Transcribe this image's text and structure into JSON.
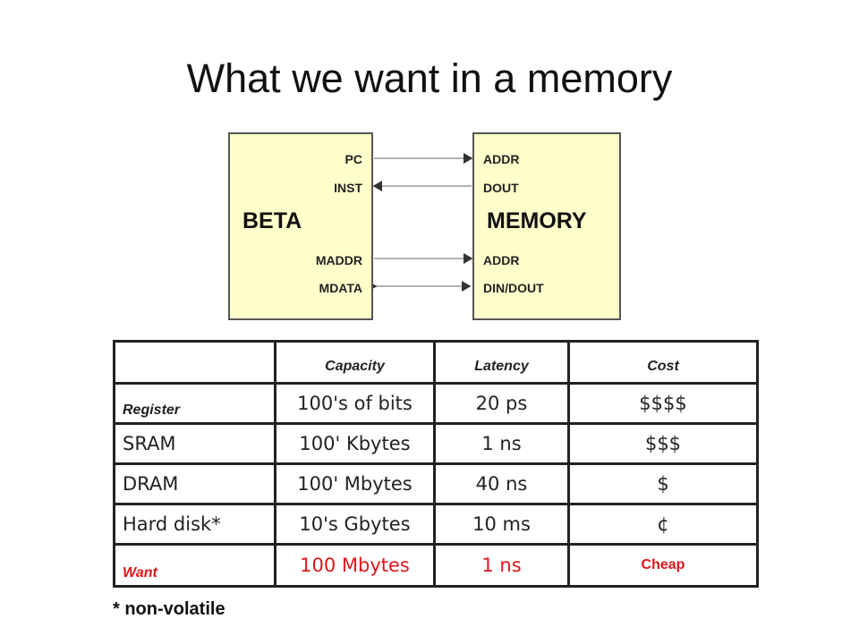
{
  "title": "What we want in a memory",
  "diagram": {
    "beta_label": "BETA",
    "memory_label": "MEMORY",
    "beta_signals": [
      "PC",
      "INST",
      "MADDR",
      "MDATA"
    ],
    "memory_signals": [
      "ADDR",
      "DOUT",
      "ADDR",
      "DIN/DOUT"
    ]
  },
  "table": {
    "headers": [
      "",
      "Capacity",
      "Latency",
      "Cost"
    ],
    "rows": [
      [
        "Register",
        "100's of bits",
        "20 ps",
        "$$$$"
      ],
      [
        "SRAM",
        "100' Kbytes",
        "1 ns",
        "$$$"
      ],
      [
        "DRAM",
        "100' Mbytes",
        "40 ns",
        "$"
      ],
      [
        "Hard disk*",
        "10's Gbytes",
        "10 ms",
        "¢"
      ],
      [
        "Want",
        "100 Mbytes",
        "1 ns",
        "Cheap"
      ]
    ]
  },
  "footnote": "* non-volatile",
  "colors": {
    "box_fill": "#ffffcc",
    "want_text": "#e0161b"
  }
}
